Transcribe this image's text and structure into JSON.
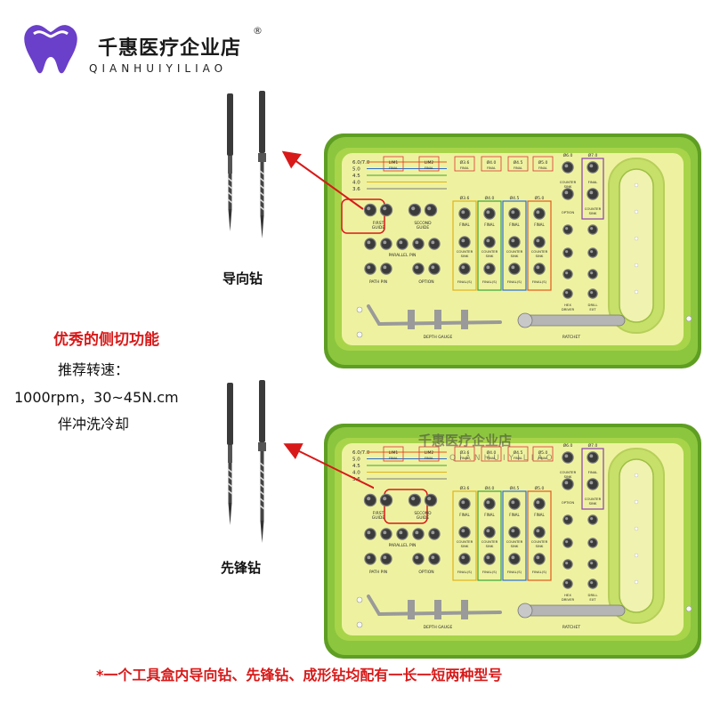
{
  "brand": {
    "name": "千惠医疗企业店",
    "registered": "®",
    "pinyin": "QIANHUIYILIAO",
    "logo_color": "#6a3fc9"
  },
  "drills": {
    "guide_label": "导向钻",
    "pilot_label": "先锋钻"
  },
  "notes": {
    "feature_title": "优秀的侧切功能",
    "speed_label": "推荐转速：",
    "speed_value": "1000rpm，30~45N.cm",
    "cooling": "伴冲洗冷却",
    "footer": "*一个工具盒内导向钻、先锋钻、成形钻均配有一长一短两种型号"
  },
  "tray": {
    "diameters": [
      "6.0/7.0",
      "5.0",
      "4.5",
      "4.0",
      "3.6"
    ],
    "first_guide": "FIRST GUIDE",
    "second_guide": "SECOND GUIDE",
    "parallel_pin": "PARALLEL PIN",
    "path_pin": "PATH PIN",
    "option": "OPTION",
    "final": "FINAL",
    "counter_sink": "COUNTER SINK",
    "final_s": "FINAL(S)",
    "depth_gauge": "DEPTH GAUGE",
    "ratchet": "RATCHET",
    "hex_driver": "HEX DRIVER",
    "drill_ext": "DRILL EXT",
    "col_sizes": [
      "Ø3.6",
      "Ø4.0",
      "Ø4.5",
      "Ø5.0"
    ],
    "top_sizes": [
      "Ø6.0",
      "Ø7.0"
    ]
  },
  "colors": {
    "tray_green": "#8cc63f",
    "tray_dark": "#5e9e22",
    "tray_inner": "#eef2a0",
    "highlight_red": "#d81919"
  }
}
